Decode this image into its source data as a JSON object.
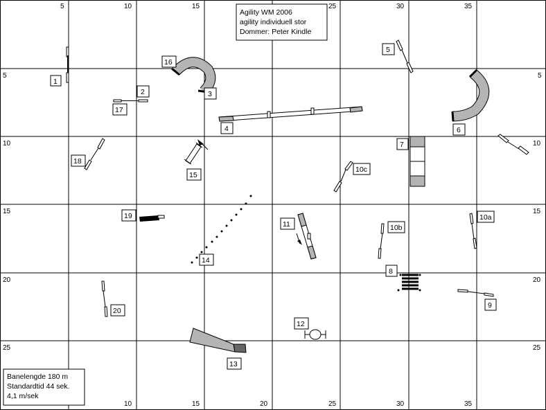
{
  "title_box": {
    "line1": "Agility WM 2006",
    "line2": "agility individuell stor",
    "line3": "Dommer: Peter Kindle"
  },
  "info_box": {
    "line1": "Banelengde 180 m",
    "line2": "Standardtid 44 sek.",
    "line3": "4,1 m/sek"
  },
  "top_scale": [
    "5",
    "10",
    "15",
    "25",
    "30",
    "35"
  ],
  "bottom_scale": [
    "10",
    "15",
    "20",
    "25",
    "30",
    "35"
  ],
  "left_scale": [
    "5",
    "10",
    "15",
    "20",
    "25"
  ],
  "right_scale": [
    "5",
    "10",
    "15",
    "20",
    "25"
  ],
  "obstacle_labels": {
    "o1": "1",
    "o2": "2",
    "o3": "3",
    "o4": "4",
    "o5": "5",
    "o6": "6",
    "o7": "7",
    "o8": "8",
    "o9": "9",
    "o10a": "10a",
    "o10b": "10b",
    "o10c": "10c",
    "o11": "11",
    "o12": "12",
    "o13": "13",
    "o14": "14",
    "o15": "15",
    "o16": "16",
    "o17": "17",
    "o18": "18",
    "o19": "19",
    "o20": "20"
  }
}
